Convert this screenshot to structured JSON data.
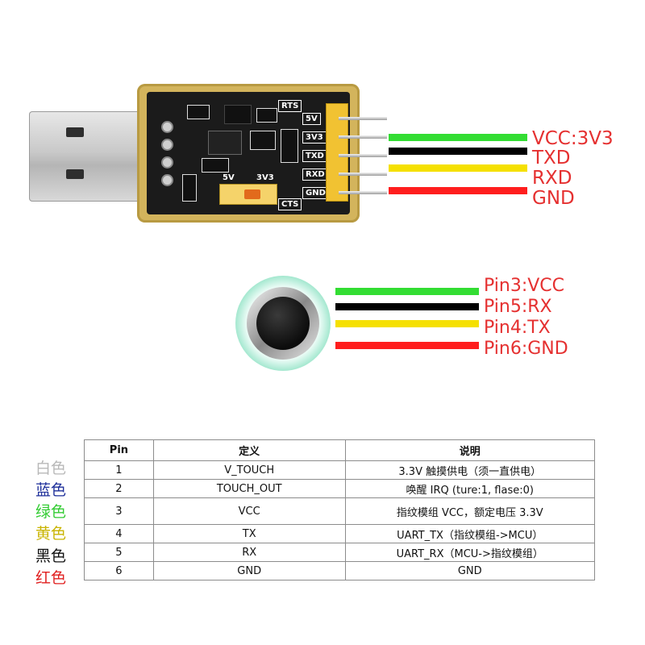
{
  "usb_module": {
    "board_labels": {
      "rts": "RTS",
      "cts": "CTS",
      "jumper_5v": "5V",
      "jumper_3v3": "3V3"
    },
    "header_pins": [
      "5V",
      "3V3",
      "TXD",
      "RXD",
      "GND"
    ],
    "wires": [
      {
        "label": "VCC:3V3",
        "color": "#33dd33"
      },
      {
        "label": "TXD",
        "color": "#000000"
      },
      {
        "label": "RXD",
        "color": "#f5e000"
      },
      {
        "label": "GND",
        "color": "#ff1e1e"
      }
    ]
  },
  "sensor": {
    "wires": [
      {
        "label": "Pin3:VCC",
        "color": "#33dd33"
      },
      {
        "label": "Pin5:RX",
        "color": "#000000"
      },
      {
        "label": "Pin4:TX",
        "color": "#f5e000"
      },
      {
        "label": "Pin6:GND",
        "color": "#ff1e1e"
      }
    ]
  },
  "table": {
    "headers": [
      "Pin",
      "定义",
      "说明"
    ],
    "rows": [
      {
        "color_label": "白色",
        "color": "#b8b8b8",
        "pin": "1",
        "definition": "V_TOUCH",
        "description": "3.3V 触摸供电（须一直供电）"
      },
      {
        "color_label": "蓝色",
        "color": "#1e2f9a",
        "pin": "2",
        "definition": "TOUCH_OUT",
        "description": "唤醒  IRQ (ture:1, flase:0)"
      },
      {
        "color_label": "绿色",
        "color": "#33cc33",
        "pin": "3",
        "definition": "VCC",
        "description": "指纹模组  VCC，额定电压  3.3V"
      },
      {
        "color_label": "黄色",
        "color": "#c9b400",
        "pin": "4",
        "definition": "TX",
        "description": "UART_TX（指纹模组->MCU）"
      },
      {
        "color_label": "黑色",
        "color": "#111111",
        "pin": "5",
        "definition": "RX",
        "description": "UART_RX（MCU->指纹模组）"
      },
      {
        "color_label": "红色",
        "color": "#e02020",
        "pin": "6",
        "definition": "GND",
        "description": "GND"
      }
    ]
  }
}
